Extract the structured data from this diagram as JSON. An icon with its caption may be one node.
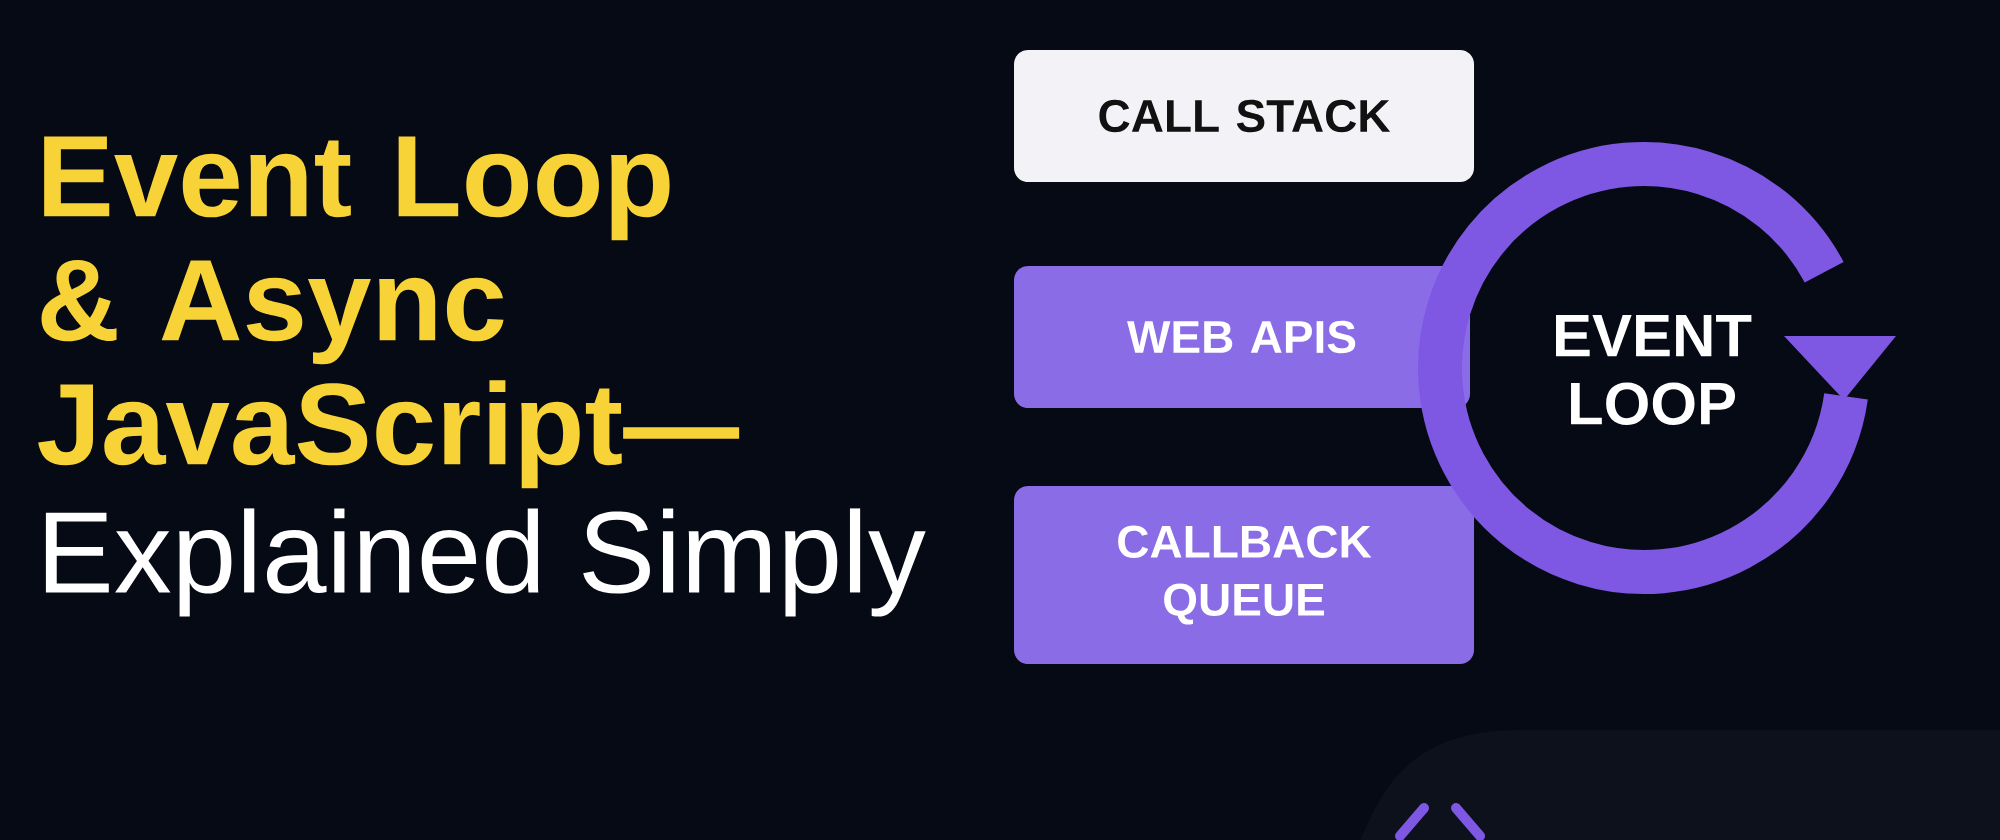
{
  "diagram": {
    "title": "Event Loop & Async JavaScript—",
    "nodes": [
      {
        "text": [
          "CALL STACK"
        ]
      },
      {
        "text": [
          "WEB APIS"
        ]
      },
      {
        "text": [
          "CALLBACK QUEUE"
        ]
      },
      {
        "text": [
          "EVENT LOOP"
        ]
      }
    ],
    "labels": [
      "Explained Simply"
    ]
  }
}
